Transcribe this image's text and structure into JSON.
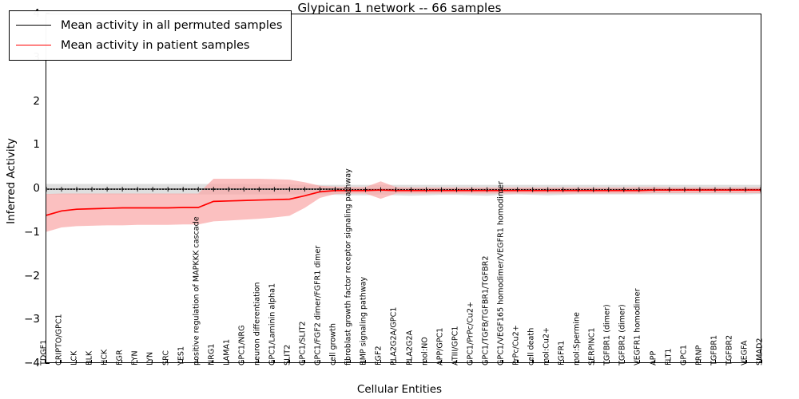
{
  "chart_data": {
    "type": "line",
    "title": "Glypican 1 network -- 66 samples",
    "xlabel": "Cellular Entities",
    "ylabel": "Inferred Activity",
    "ylim": [
      -4,
      4
    ],
    "yticks": [
      4,
      3,
      2,
      1,
      0,
      -1,
      -2,
      -3,
      -4
    ],
    "ytick_labels": [
      "4",
      "3",
      "2",
      "1",
      "0",
      "−1",
      "−2",
      "−3",
      "−4"
    ],
    "grid": false,
    "legend_position": "upper left",
    "colors": {
      "permuted": "#000000",
      "patient": "#ff0000",
      "permuted_band": "#d9d9d9",
      "patient_band": "#f9a8a8"
    },
    "categories": [
      "TDGF1",
      "CRIPTO/GPC1",
      "LCK",
      "BLK",
      "HCK",
      "FGR",
      "FYN",
      "LYN",
      "SRC",
      "YES1",
      "positive regulation of MAPKKK cascade",
      "NRG1",
      "LAMA1",
      "GPC1/NRG",
      "neuron differentiation",
      "GPC1/Laminin alpha1",
      "SLIT2",
      "GPC1/SLIT2",
      "GPC1/FGF2 dimer/FGFR1 dimer",
      "cell growth",
      "fibroblast growth factor receptor signaling pathway",
      "BMP signaling pathway",
      "FGF2",
      "PLA2G2A/GPC1",
      "PLA2G2A",
      "mol:NO",
      "APP/GPC1",
      "ATIII/GPC1",
      "GPC1/PrPc/Cu2+",
      "GPC1/TGFB/TGFBR1/TGFBR2",
      "GPC1/VEGF165 homodimer/VEGFR1 homodimer",
      "PrPc/Cu2+",
      "cell death",
      "mol:Cu2+",
      "FGFR1",
      "mol:Spermine",
      "SERPINC1",
      "TGFBR1 (dimer)",
      "TGFBR2 (dimer)",
      "VEGFR1 homodimer",
      "APP",
      "FLT1",
      "GPC1",
      "PRNP",
      "TGFBR1",
      "TGFBR2",
      "VEGFA",
      "SMAD2"
    ],
    "series": [
      {
        "name": "Mean activity in all permuted samples",
        "color": "#000000",
        "values": [
          -0.02,
          -0.02,
          -0.02,
          -0.02,
          -0.02,
          -0.02,
          -0.02,
          -0.02,
          -0.02,
          -0.02,
          -0.02,
          -0.02,
          -0.02,
          -0.02,
          -0.02,
          -0.02,
          -0.02,
          -0.02,
          -0.02,
          -0.02,
          -0.03,
          -0.03,
          -0.03,
          -0.03,
          -0.03,
          -0.03,
          -0.03,
          -0.03,
          -0.03,
          -0.03,
          -0.03,
          -0.03,
          -0.03,
          -0.03,
          -0.03,
          -0.03,
          -0.03,
          -0.03,
          -0.03,
          -0.03,
          -0.03,
          -0.03,
          -0.03,
          -0.03,
          -0.03,
          -0.03,
          -0.03,
          -0.03
        ],
        "band_upper": [
          0.1,
          0.1,
          0.1,
          0.1,
          0.1,
          0.1,
          0.1,
          0.1,
          0.1,
          0.1,
          0.1,
          0.1,
          0.1,
          0.1,
          0.09,
          0.09,
          0.09,
          0.08,
          0.08,
          0.08,
          0.08,
          0.08,
          0.08,
          0.08,
          0.08,
          0.08,
          0.08,
          0.08,
          0.08,
          0.08,
          0.08,
          0.08,
          0.08,
          0.08,
          0.08,
          0.08,
          0.08,
          0.08,
          0.08,
          0.08,
          0.08,
          0.08,
          0.08,
          0.08,
          0.08,
          0.08,
          0.08,
          0.08
        ],
        "band_lower": [
          -0.14,
          -0.14,
          -0.14,
          -0.14,
          -0.14,
          -0.14,
          -0.14,
          -0.14,
          -0.14,
          -0.14,
          -0.14,
          -0.14,
          -0.14,
          -0.14,
          -0.14,
          -0.14,
          -0.14,
          -0.14,
          -0.14,
          -0.15,
          -0.16,
          -0.16,
          -0.14,
          -0.16,
          -0.17,
          -0.16,
          -0.15,
          -0.15,
          -0.16,
          -0.17,
          -0.15,
          -0.14,
          -0.15,
          -0.16,
          -0.15,
          -0.14,
          -0.14,
          -0.14,
          -0.14,
          -0.14,
          -0.14,
          -0.14,
          -0.14,
          -0.14,
          -0.14,
          -0.14,
          -0.14,
          -0.13
        ]
      },
      {
        "name": "Mean activity in patient samples",
        "color": "#ff0000",
        "values": [
          -0.62,
          -0.52,
          -0.48,
          -0.47,
          -0.46,
          -0.45,
          -0.45,
          -0.45,
          -0.45,
          -0.44,
          -0.44,
          -0.3,
          -0.29,
          -0.28,
          -0.27,
          -0.26,
          -0.25,
          -0.17,
          -0.08,
          -0.05,
          -0.05,
          -0.05,
          -0.04,
          -0.05,
          -0.05,
          -0.05,
          -0.05,
          -0.05,
          -0.05,
          -0.05,
          -0.05,
          -0.05,
          -0.05,
          -0.05,
          -0.05,
          -0.05,
          -0.05,
          -0.05,
          -0.05,
          -0.05,
          -0.04,
          -0.04,
          -0.04,
          -0.04,
          -0.04,
          -0.04,
          -0.04,
          -0.04
        ],
        "band_upper": [
          -0.13,
          -0.12,
          -0.12,
          -0.12,
          -0.12,
          -0.12,
          -0.12,
          -0.12,
          -0.12,
          -0.12,
          -0.12,
          0.22,
          0.22,
          0.22,
          0.22,
          0.21,
          0.2,
          0.14,
          0.06,
          0.04,
          0.03,
          0.03,
          0.16,
          0.03,
          0.02,
          0.02,
          0.02,
          0.02,
          0.02,
          0.02,
          0.02,
          0.02,
          0.02,
          0.02,
          0.02,
          0.02,
          0.02,
          0.02,
          0.02,
          0.03,
          0.03,
          0.02,
          0.02,
          0.02,
          0.02,
          0.02,
          0.02,
          0.02
        ],
        "band_lower": [
          -1.0,
          -0.9,
          -0.87,
          -0.86,
          -0.85,
          -0.85,
          -0.84,
          -0.84,
          -0.84,
          -0.83,
          -0.83,
          -0.76,
          -0.74,
          -0.72,
          -0.7,
          -0.67,
          -0.63,
          -0.45,
          -0.22,
          -0.13,
          -0.12,
          -0.12,
          -0.24,
          -0.12,
          -0.12,
          -0.12,
          -0.12,
          -0.12,
          -0.12,
          -0.12,
          -0.12,
          -0.12,
          -0.12,
          -0.12,
          -0.12,
          -0.12,
          -0.12,
          -0.12,
          -0.12,
          -0.12,
          -0.11,
          -0.11,
          -0.11,
          -0.11,
          -0.11,
          -0.11,
          -0.11,
          -0.11
        ]
      }
    ],
    "legend": [
      {
        "label": "Mean activity in all permuted samples",
        "color": "#000000"
      },
      {
        "label": "Mean activity in patient samples",
        "color": "#ff0000"
      }
    ]
  }
}
